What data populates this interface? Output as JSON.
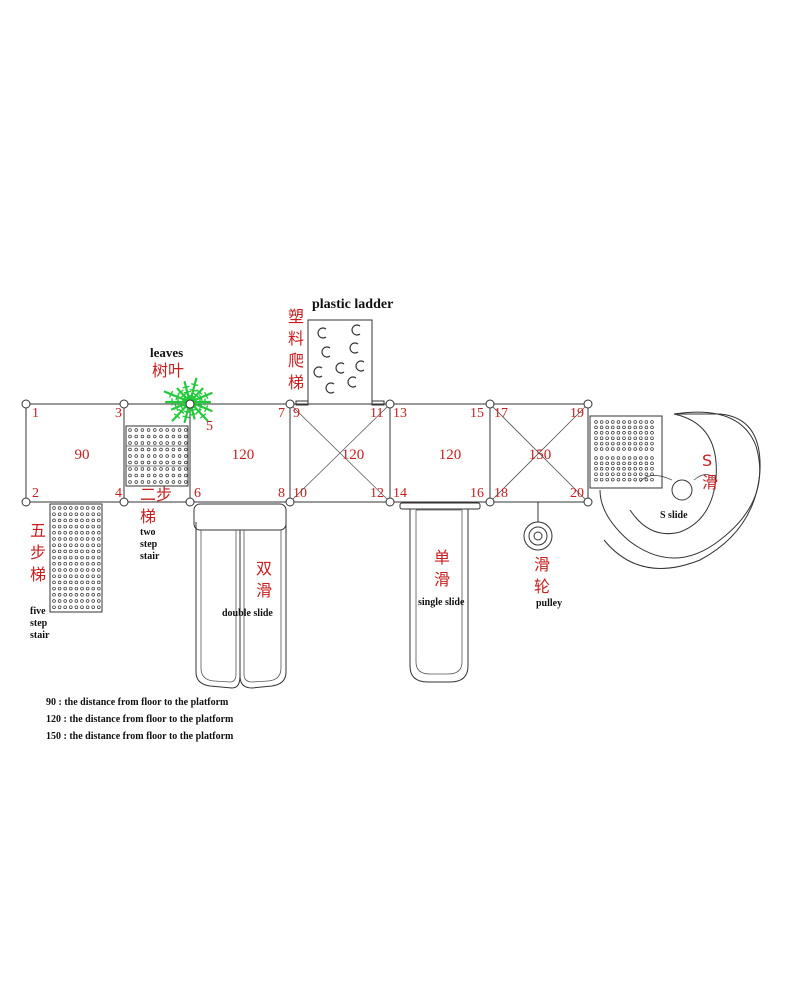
{
  "title": "plastic ladder",
  "labels": {
    "plastic_ladder_en": "plastic ladder",
    "plastic_ladder_cn": [
      "塑",
      "料",
      "爬",
      "梯"
    ],
    "leaves_en": "leaves",
    "leaves_cn": "树叶",
    "five_step_cn": [
      "五",
      "步",
      "梯"
    ],
    "five_step_en": [
      "five",
      "step",
      "stair"
    ],
    "two_step_cn": [
      "二步",
      "梯"
    ],
    "two_step_en": [
      "two",
      "step",
      "stair"
    ],
    "double_slide_cn": [
      "双",
      "滑"
    ],
    "double_slide_en": "double slide",
    "single_slide_cn": [
      "单",
      "滑"
    ],
    "single_slide_en": "single slide",
    "pulley_cn": [
      "滑",
      "轮"
    ],
    "pulley_en": "pulley",
    "s_slide_cn": [
      "S",
      "滑"
    ],
    "s_slide_en": "S slide"
  },
  "platforms": {
    "p1": "90",
    "p2": "120",
    "p3": "120",
    "p4": "120",
    "p5": "150"
  },
  "posts": [
    "1",
    "2",
    "3",
    "4",
    "5",
    "6",
    "7",
    "8",
    "9",
    "10",
    "11",
    "12",
    "13",
    "14",
    "15",
    "16",
    "17",
    "18",
    "19",
    "20"
  ],
  "legend": [
    "90 : the distance from floor to the platform",
    "120 : the distance from floor to the platform",
    "150 : the distance from floor to the platform"
  ],
  "colors": {
    "accent": "#c81e1e",
    "line": "#333333",
    "leaves": "#22c93a"
  }
}
